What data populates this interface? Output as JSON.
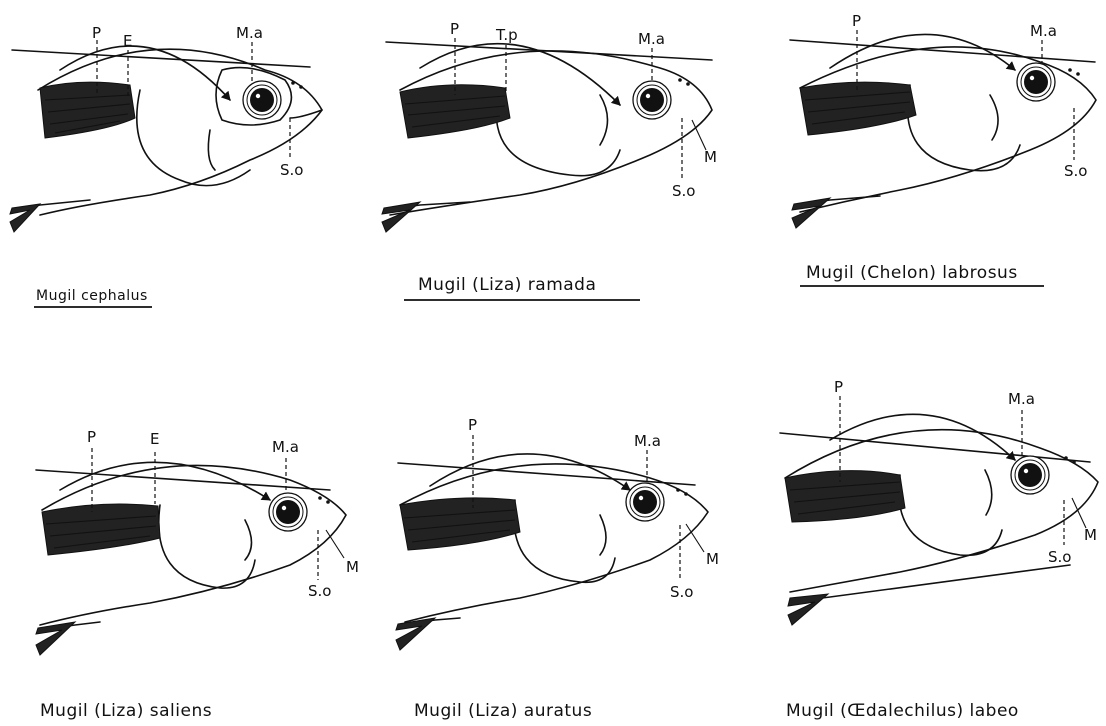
{
  "panels": [
    {
      "caption": "Mugil cephalus",
      "labels": [
        "P",
        "E",
        "M.a",
        "S.o"
      ]
    },
    {
      "caption": "Mugil (Liza) ramada",
      "labels": [
        "P",
        "T.p",
        "M.a",
        "M",
        "S.o"
      ]
    },
    {
      "caption": "Mugil (Chelon) labrosus",
      "labels": [
        "P",
        "M.a",
        "S.o"
      ]
    },
    {
      "caption": "Mugil (Liza) saliens",
      "labels": [
        "P",
        "E",
        "M.a",
        "M",
        "S.o"
      ]
    },
    {
      "caption": "Mugil (Liza) auratus",
      "labels": [
        "P",
        "M.a",
        "M",
        "S.o"
      ]
    },
    {
      "caption": "Mugil (Œdalechilus) labeo",
      "labels": [
        "P",
        "M.a",
        "S.o",
        "M"
      ]
    }
  ]
}
